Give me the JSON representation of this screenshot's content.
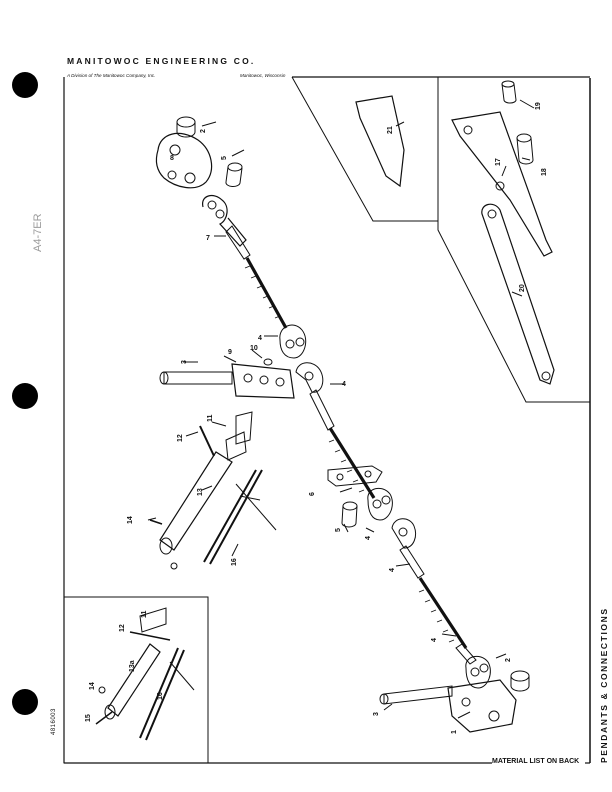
{
  "header": {
    "company": "MANITOWOC ENGINEERING CO.",
    "division": "A Division of The Manitowoc Company, Inc.",
    "location": "Manitowoc, Wisconsin"
  },
  "side_title": "PENDANTS & CONNECTIONS",
  "doc_number": "4816003",
  "footer_note": "MATERIAL LIST ON BACK",
  "margin_stamp": "A4-7ER",
  "part_callouts": {
    "p1": "1",
    "p2": "2",
    "p2b": "2",
    "p3": "3",
    "p3b": "3",
    "p4a": "4",
    "p4b": "4",
    "p4c": "4",
    "p4d": "4",
    "p4e": "4",
    "p5": "5",
    "p5b": "5",
    "p6": "6",
    "p7": "7",
    "p8": "8",
    "p9": "9",
    "p10": "10",
    "p11": "11",
    "p12": "12",
    "p13": "13",
    "p14": "14",
    "p16": "16",
    "p17": "17",
    "p18": "18",
    "p19": "19",
    "p20": "20",
    "p21": "21",
    "i11": "11",
    "i12": "12",
    "i13a": "13a",
    "i14": "14",
    "i15": "15",
    "i16": "16"
  }
}
